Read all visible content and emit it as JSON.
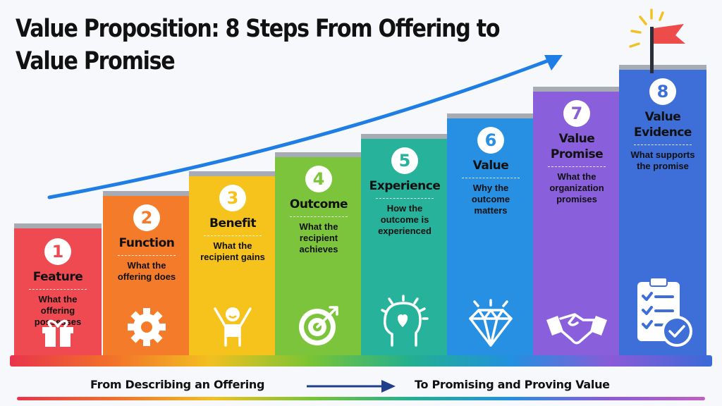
{
  "title": "Value Proposition: 8 Steps From Offering to Value Promise",
  "footer": {
    "left": "From Describing an Offering",
    "right": "To Promising and Proving Value"
  },
  "steps": [
    {
      "number": "1",
      "label": "Feature",
      "desc": "What the offering possesses",
      "color": "#ef4a52",
      "icon": "gift-icon"
    },
    {
      "number": "2",
      "label": "Function",
      "desc": "What the offering does",
      "color": "#f47b2a",
      "icon": "gear-icon"
    },
    {
      "number": "3",
      "label": "Benefit",
      "desc": "What the recipient gains",
      "color": "#f5c31c",
      "icon": "happy-person-icon"
    },
    {
      "number": "4",
      "label": "Outcome",
      "desc": "What the recipient achieves",
      "color": "#7cc43b",
      "icon": "target-icon"
    },
    {
      "number": "5",
      "label": "Experience",
      "desc": "How the outcome is experienced",
      "color": "#27b39b",
      "icon": "heart-head-icon"
    },
    {
      "number": "6",
      "label": "Value",
      "desc": "Why the outcome matters",
      "color": "#2790e3",
      "icon": "diamond-icon"
    },
    {
      "number": "7",
      "label": "Value Promise",
      "desc": "What the organization promises",
      "color": "#8a5fdb",
      "icon": "handshake-icon"
    },
    {
      "number": "8",
      "label": "Value Evidence",
      "desc": "What supports the promise",
      "color": "#3e6fd9",
      "icon": "clipboard-check-icon"
    }
  ]
}
